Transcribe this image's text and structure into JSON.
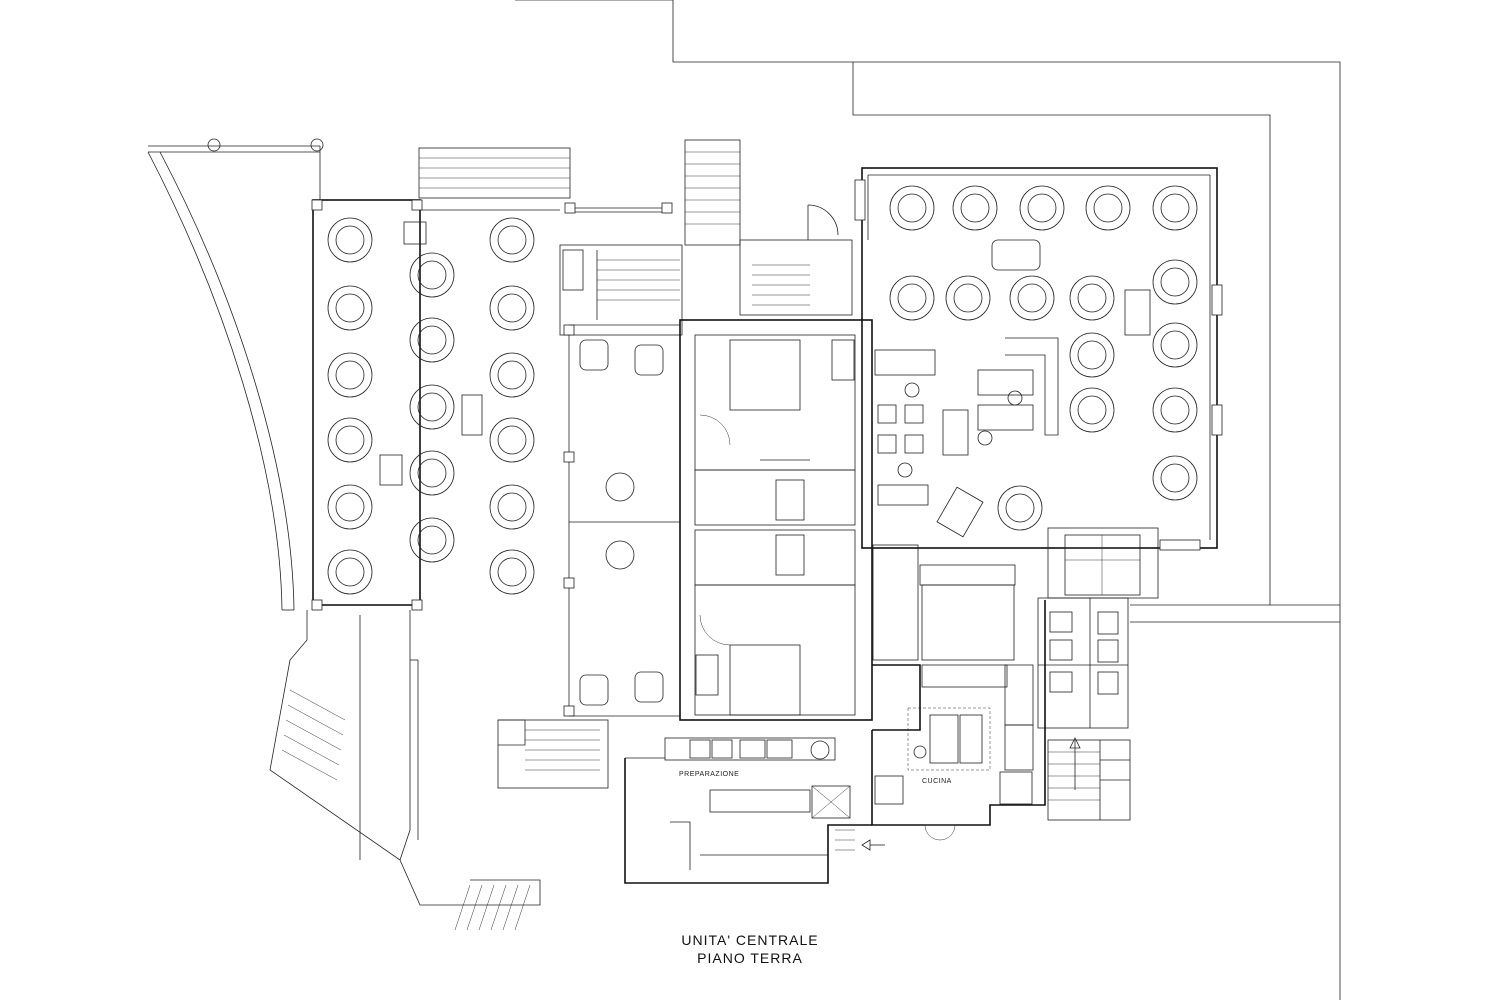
{
  "drawing": {
    "title_line_1": "UNITA'  CENTRALE",
    "title_line_2": "PIANO TERRA"
  },
  "rooms": {
    "preparazione": "PREPARAZIONE",
    "cucina": "CUCINA"
  },
  "colors": {
    "line": "#111111",
    "background": "#ffffff"
  }
}
